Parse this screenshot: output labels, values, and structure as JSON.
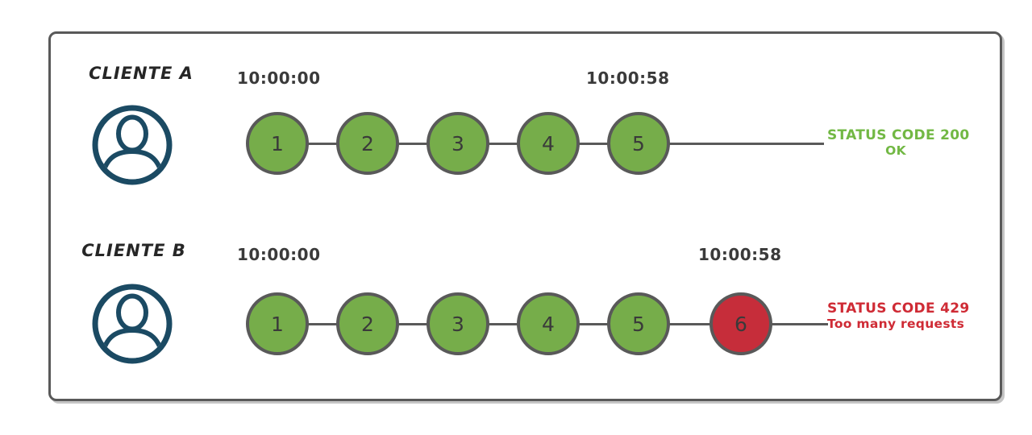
{
  "diagram": {
    "description": "Rate limiting diagram comparing two clients in the same time window",
    "clients": [
      {
        "name": "CLIENTE A",
        "avatar_icon": "user-avatar",
        "window_start": "10:00:00",
        "window_end": "10:00:58",
        "requests": [
          {
            "n": "1",
            "status": "ok"
          },
          {
            "n": "2",
            "status": "ok"
          },
          {
            "n": "3",
            "status": "ok"
          },
          {
            "n": "4",
            "status": "ok"
          },
          {
            "n": "5",
            "status": "ok"
          }
        ],
        "result": {
          "line1": "STATUS CODE 200",
          "line2": "OK",
          "color": "#72b844"
        }
      },
      {
        "name": "CLIENTE B",
        "avatar_icon": "user-avatar",
        "window_start": "10:00:00",
        "window_end": "10:00:58",
        "requests": [
          {
            "n": "1",
            "status": "ok"
          },
          {
            "n": "2",
            "status": "ok"
          },
          {
            "n": "3",
            "status": "ok"
          },
          {
            "n": "4",
            "status": "ok"
          },
          {
            "n": "5",
            "status": "ok"
          },
          {
            "n": "6",
            "status": "rate-limited"
          }
        ],
        "result": {
          "line1": "STATUS CODE 429",
          "line2": "Too many requests",
          "color": "#cf2b35"
        }
      }
    ],
    "colors": {
      "request_ok_fill": "#76ad4a",
      "request_error_fill": "#c62d3a",
      "circle_border": "#595959",
      "timeline": "#595959",
      "frame_border": "#595959",
      "avatar_stroke": "#1b4a63",
      "timestamp_text": "#3a3a3a"
    }
  }
}
